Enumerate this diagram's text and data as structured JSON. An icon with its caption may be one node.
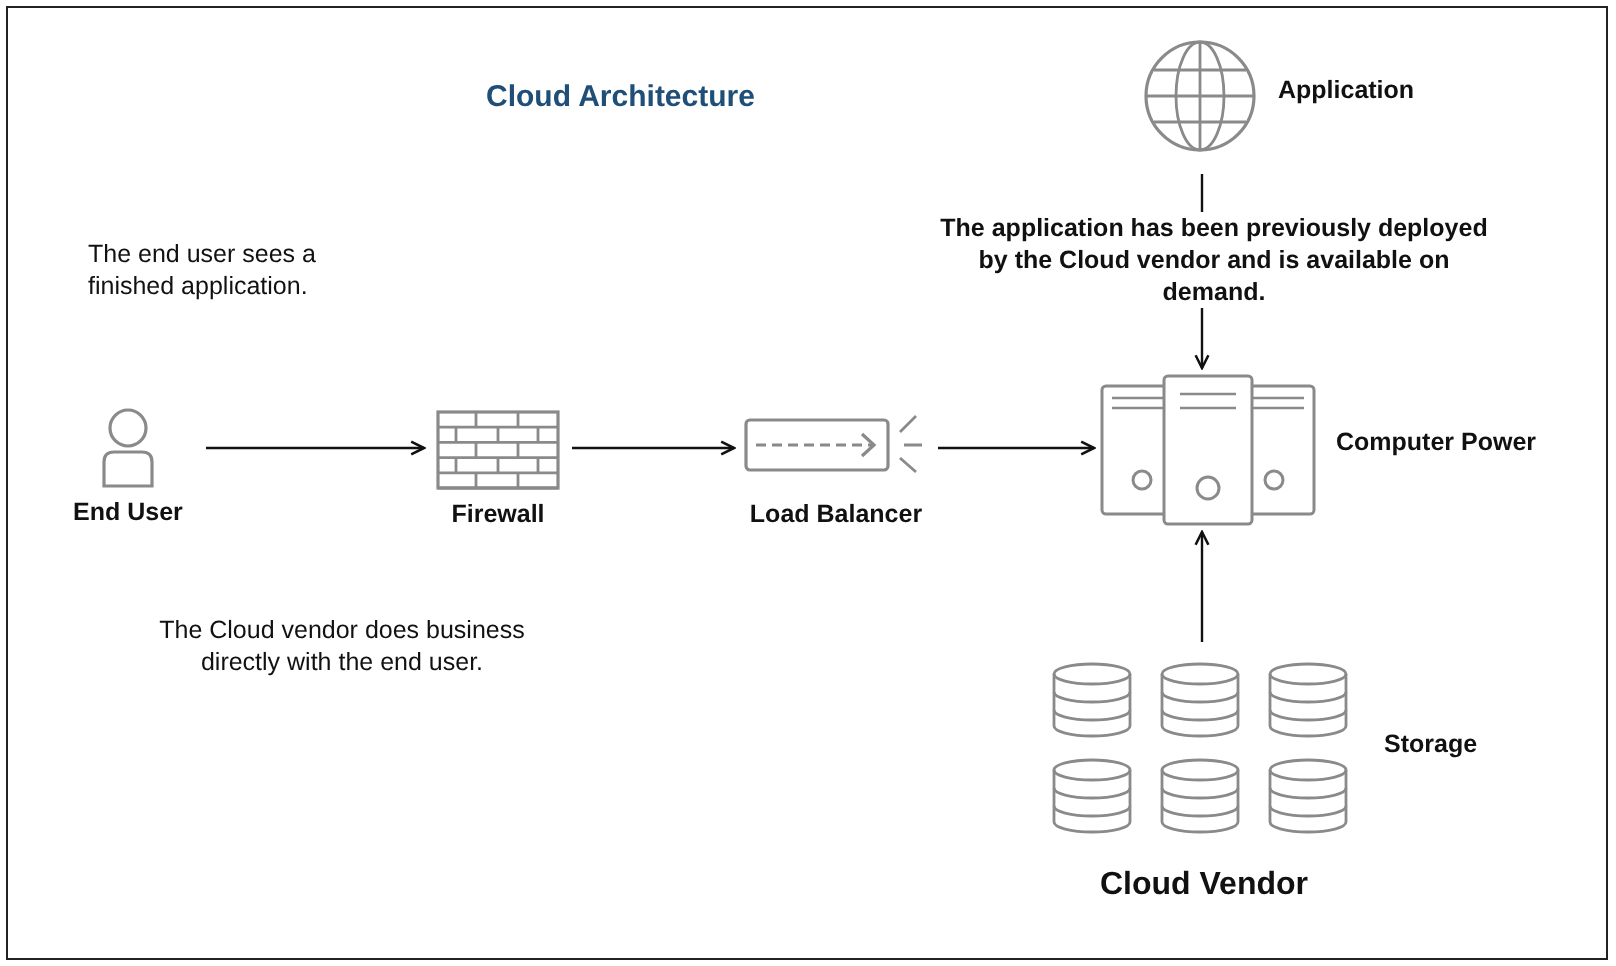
{
  "diagram": {
    "title": "Cloud Architecture",
    "nodes": [
      {
        "text": [
          "End User"
        ]
      },
      {
        "text": [
          "Firewall"
        ]
      },
      {
        "text": [
          "Load Balancer"
        ]
      },
      {
        "text": [
          "Computer Power"
        ]
      },
      {
        "text": [
          "Application"
        ]
      },
      {
        "text": [
          "Storage"
        ]
      }
    ],
    "edges": [
      {
        "from": 0,
        "to": 1,
        "arrow": "to"
      },
      {
        "from": 1,
        "to": 2,
        "arrow": "to"
      },
      {
        "from": 2,
        "to": 3,
        "arrow": "to"
      },
      {
        "from": 4,
        "to": 3,
        "arrow": "to",
        "label": "The application has been previously deployed by the Cloud vendor and is available on demand."
      },
      {
        "from": 5,
        "to": 3,
        "arrow": "to"
      }
    ],
    "labels": [
      "The end user sees a finished application.",
      "The Cloud vendor does business directly with the end user.",
      "Cloud Vendor"
    ]
  }
}
